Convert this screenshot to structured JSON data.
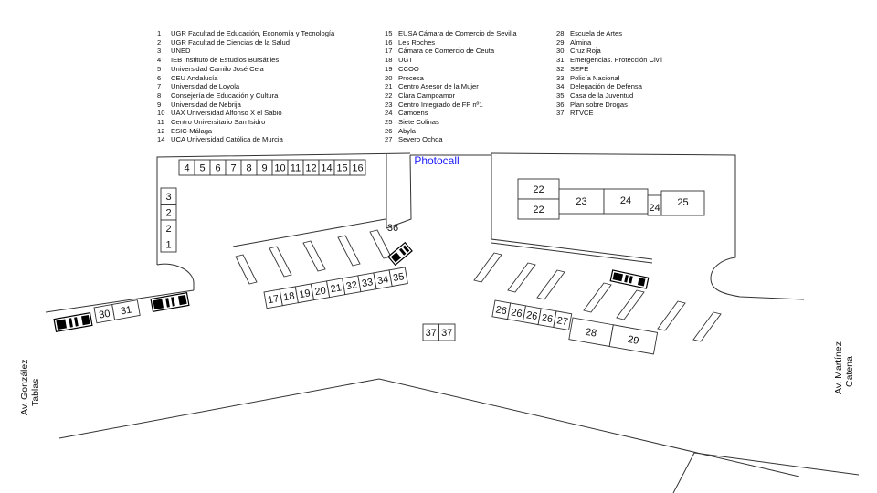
{
  "legend": [
    [
      {
        "num": "1",
        "name": "UGR Facultad de Educación, Economía y Tecnología"
      },
      {
        "num": "2",
        "name": "UGR Facultad de Ciencias de la Salud"
      },
      {
        "num": "3",
        "name": "UNED"
      },
      {
        "num": "4",
        "name": "IEB Instituto de Estudios Bursátiles"
      },
      {
        "num": "5",
        "name": "Universidad Camilo José Cela"
      },
      {
        "num": "6",
        "name": "CEU Andalucía"
      },
      {
        "num": "7",
        "name": "Universidad de Loyola"
      },
      {
        "num": "8",
        "name": "Consejería de Educación y Cultura"
      },
      {
        "num": "9",
        "name": "Universidad de Nebrija"
      },
      {
        "num": "10",
        "name": "UAX Universidad Alfonso X el Sabio"
      },
      {
        "num": "11",
        "name": "Centro Universitario San Isidro"
      },
      {
        "num": "12",
        "name": "ESIC-Málaga"
      },
      {
        "num": "14",
        "name": "UCA Universidad Católica de Murcia"
      }
    ],
    [
      {
        "num": "15",
        "name": "EUSA  Cámara de Comercio de Sevilla"
      },
      {
        "num": "16",
        "name": "Les Roches"
      },
      {
        "num": "17",
        "name": "Cámara de Comercio de Ceuta"
      },
      {
        "num": "18",
        "name": "UGT"
      },
      {
        "num": "19",
        "name": "CCOO"
      },
      {
        "num": "20",
        "name": "Procesa"
      },
      {
        "num": "21",
        "name": "Centro Asesor de la Mujer"
      },
      {
        "num": "22",
        "name": "Clara Campoamor"
      },
      {
        "num": "23",
        "name": "Centro Integrado de FP nº1"
      },
      {
        "num": "24",
        "name": "Camoens"
      },
      {
        "num": "25",
        "name": "Siete Colinas"
      },
      {
        "num": "26",
        "name": "Abyla"
      },
      {
        "num": "27",
        "name": "Severo Ochoa"
      }
    ],
    [
      {
        "num": "28",
        "name": "Escuela de Artes"
      },
      {
        "num": "29",
        "name": "Almina"
      },
      {
        "num": "30",
        "name": "Cruz Roja"
      },
      {
        "num": "31",
        "name": "Emergencias. Protección Civil"
      },
      {
        "num": "32",
        "name": "SEPE"
      },
      {
        "num": "33",
        "name": "Policía Nacional"
      },
      {
        "num": "34",
        "name": "Delegación de Defensa"
      },
      {
        "num": "35",
        "name": "Casa de la Juventud"
      },
      {
        "num": "36",
        "name": "Plan sobre Drogas"
      },
      {
        "num": "37",
        "name": "RTVCE"
      }
    ]
  ],
  "photocall": "Photocall",
  "streets": {
    "left": [
      "Av. González",
      "Tablas"
    ],
    "right": [
      "Av. Martínez",
      "Catena"
    ]
  },
  "stands": {
    "top_row": [
      "4",
      "5",
      "6",
      "7",
      "8",
      "9",
      "10",
      "11",
      "12",
      "14",
      "15",
      "16"
    ],
    "left_column": [
      "3",
      "2",
      "2",
      "1"
    ],
    "center_row": [
      "17",
      "18",
      "19",
      "20",
      "21",
      "32",
      "33",
      "34",
      "35"
    ],
    "pair_37": [
      "37",
      "37"
    ],
    "left_emergency": [
      "30",
      "31"
    ],
    "right_upper": {
      "a": "22",
      "b": "22",
      "c": "23",
      "d": "24",
      "e": "24",
      "f": "25"
    },
    "right_lower": [
      "26",
      "26",
      "26",
      "26",
      "27"
    ],
    "big_right": [
      "28",
      "29"
    ],
    "marker_36": "36"
  },
  "colors": {
    "photocall": "#1a1aff",
    "lines": "#333333",
    "text": "#111111"
  }
}
